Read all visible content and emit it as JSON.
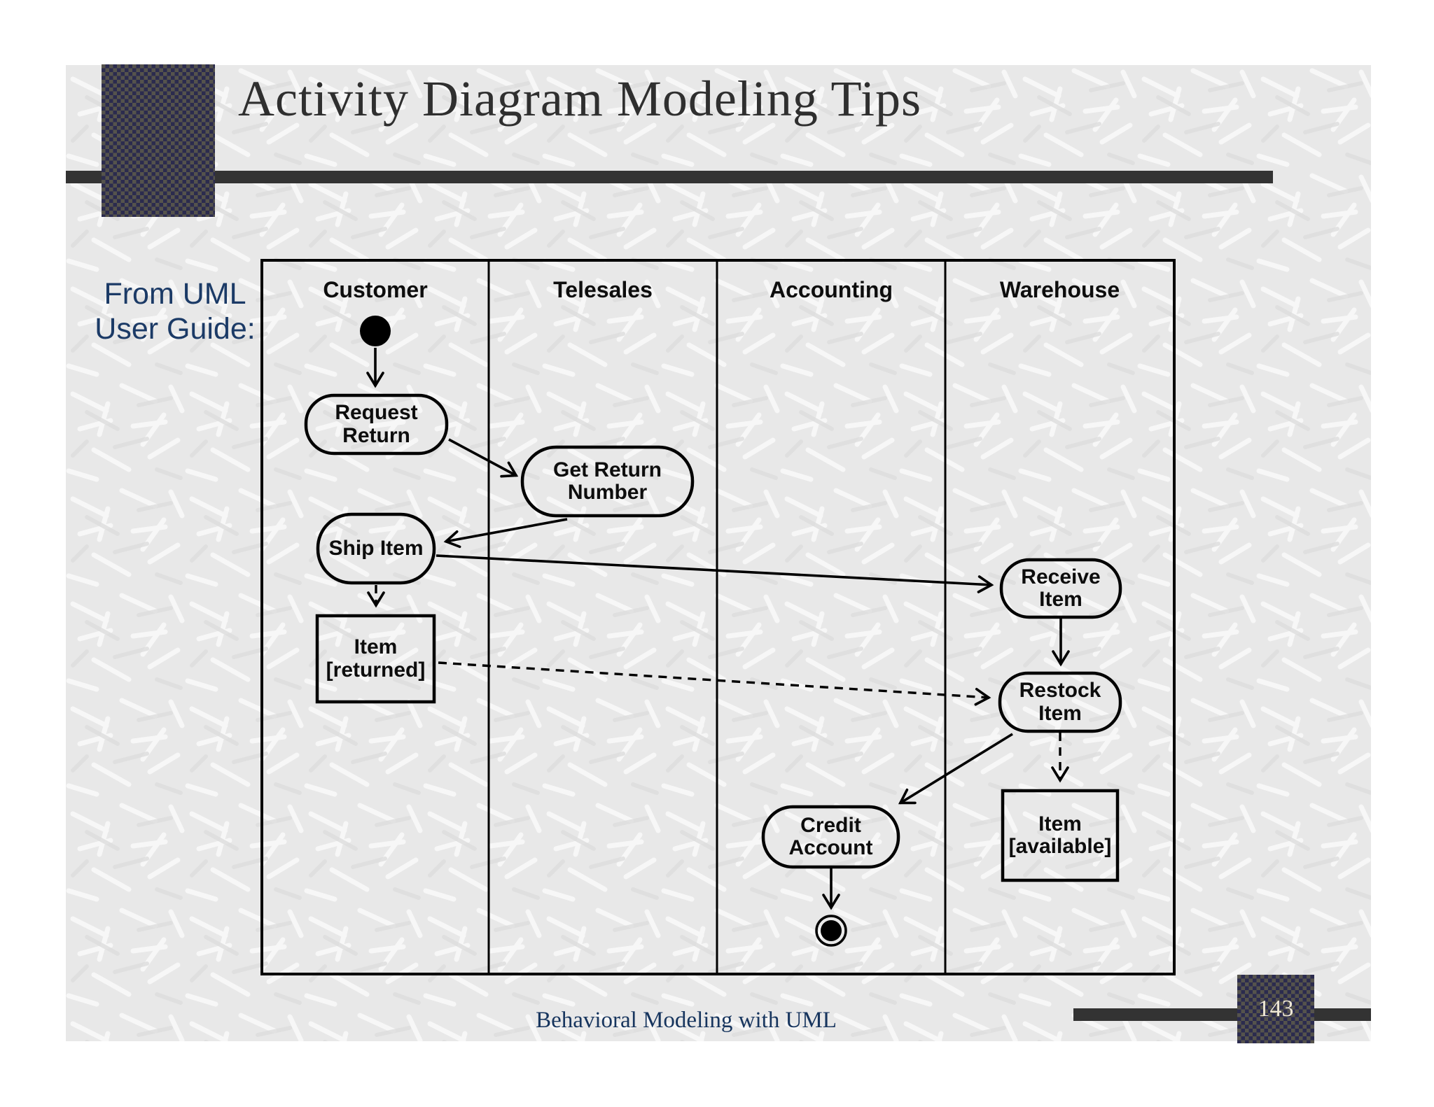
{
  "slide": {
    "title": "Activity Diagram Modeling Tips",
    "side_note": "From UML\nUser Guide:",
    "footer": "Behavioral Modeling with UML",
    "page_number": "143"
  },
  "diagram": {
    "kind": "uml-activity-diagram-with-swimlanes",
    "lanes": [
      {
        "label": "Customer"
      },
      {
        "label": "Telesales"
      },
      {
        "label": "Accounting"
      },
      {
        "label": "Warehouse"
      }
    ],
    "nodes": {
      "initial_state": {
        "type": "initial",
        "lane": "Customer"
      },
      "request_return": {
        "label": "Request\nReturn",
        "type": "activity",
        "lane": "Customer"
      },
      "get_return_number": {
        "label": "Get Return\nNumber",
        "type": "activity",
        "lane": "Telesales"
      },
      "ship_item": {
        "label": "Ship Item",
        "type": "activity",
        "lane": "Customer"
      },
      "item_returned": {
        "label": "Item\n[returned]",
        "type": "object-state",
        "lane": "Customer"
      },
      "receive_item": {
        "label": "Receive\nItem",
        "type": "activity",
        "lane": "Warehouse"
      },
      "restock_item": {
        "label": "Restock\nItem",
        "type": "activity",
        "lane": "Warehouse"
      },
      "credit_account": {
        "label": "Credit\nAccount",
        "type": "activity",
        "lane": "Accounting"
      },
      "item_available": {
        "label": "Item\n[available]",
        "type": "object-state",
        "lane": "Warehouse"
      },
      "final_state": {
        "type": "final",
        "lane": "Accounting"
      }
    },
    "edges": [
      {
        "from": "initial_state",
        "to": "request_return",
        "style": "solid"
      },
      {
        "from": "request_return",
        "to": "get_return_number",
        "style": "solid"
      },
      {
        "from": "get_return_number",
        "to": "ship_item",
        "style": "solid"
      },
      {
        "from": "ship_item",
        "to": "receive_item",
        "style": "solid"
      },
      {
        "from": "ship_item",
        "to": "item_returned",
        "style": "dashed"
      },
      {
        "from": "item_returned",
        "to": "restock_item",
        "style": "dashed"
      },
      {
        "from": "receive_item",
        "to": "restock_item",
        "style": "solid"
      },
      {
        "from": "restock_item",
        "to": "credit_account",
        "style": "solid"
      },
      {
        "from": "restock_item",
        "to": "item_available",
        "style": "dashed"
      },
      {
        "from": "credit_account",
        "to": "final_state",
        "style": "solid"
      }
    ],
    "colors": {
      "line": "#000000",
      "accent_navy": "#1b3a66",
      "bar": "#333333",
      "texture_base": "#e8e8e8",
      "checker_navy": "#2b2b4e",
      "checker_gray": "#55534c",
      "page_number_text": "#efe8d6",
      "title_text": "#2f2f2f"
    }
  }
}
